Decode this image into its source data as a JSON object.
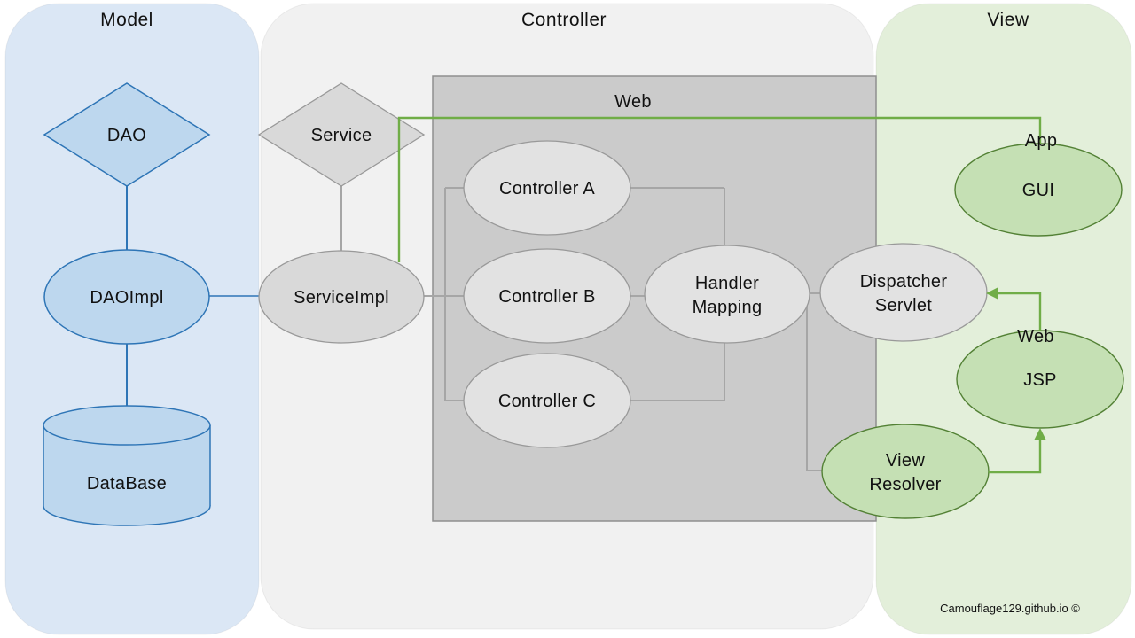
{
  "diagram": {
    "panels": {
      "model": {
        "title": "Model"
      },
      "controller": {
        "title": "Controller"
      },
      "view": {
        "title": "View"
      }
    },
    "nodes": {
      "dao": {
        "label": "DAO",
        "shape": "diamond"
      },
      "daoimpl": {
        "label": "DAOImpl",
        "shape": "ellipse"
      },
      "database": {
        "label": "DataBase",
        "shape": "cylinder"
      },
      "service": {
        "label": "Service",
        "shape": "diamond"
      },
      "serviceimpl": {
        "label": "ServiceImpl",
        "shape": "ellipse"
      },
      "web_container": {
        "label": "Web",
        "shape": "rect"
      },
      "controller_a": {
        "label": "Controller A",
        "shape": "ellipse"
      },
      "controller_b": {
        "label": "Controller B",
        "shape": "ellipse"
      },
      "controller_c": {
        "label": "Controller C",
        "shape": "ellipse"
      },
      "handler_mapping": {
        "line1": "Handler",
        "line2": "Mapping",
        "shape": "ellipse"
      },
      "dispatcher_servlet": {
        "line1": "Dispatcher",
        "line2": "Servlet",
        "shape": "ellipse"
      },
      "view_resolver": {
        "line1": "View",
        "line2": "Resolver",
        "shape": "ellipse"
      },
      "app_group": {
        "label": "App"
      },
      "gui": {
        "label": "GUI",
        "shape": "ellipse"
      },
      "web_group": {
        "label": "Web"
      },
      "jsp": {
        "label": "JSP",
        "shape": "ellipse"
      }
    },
    "edges": [
      {
        "from": "DAO",
        "to": "DAOImpl",
        "color": "blue",
        "arrow": false
      },
      {
        "from": "DAOImpl",
        "to": "DataBase",
        "color": "blue",
        "arrow": false
      },
      {
        "from": "DAOImpl",
        "to": "ServiceImpl",
        "color": "blue",
        "arrow": false
      },
      {
        "from": "Service",
        "to": "ServiceImpl",
        "color": "gray",
        "arrow": false
      },
      {
        "from": "ServiceImpl",
        "to": "Controller A/B/C",
        "color": "gray",
        "arrow": false
      },
      {
        "from": "Controller A/B/C",
        "to": "Handler Mapping",
        "color": "gray",
        "arrow": false
      },
      {
        "from": "Handler Mapping",
        "to": "Dispatcher Servlet",
        "color": "gray",
        "arrow": false
      },
      {
        "from": "Handler Mapping",
        "to": "View Resolver",
        "color": "gray",
        "arrow": false
      },
      {
        "from": "ServiceImpl",
        "to": "GUI (App)",
        "color": "green",
        "arrow": false
      },
      {
        "from": "JSP",
        "to": "Dispatcher Servlet",
        "color": "green",
        "arrow": true
      },
      {
        "from": "View Resolver",
        "to": "JSP",
        "color": "green",
        "arrow": true
      }
    ],
    "footer": {
      "attribution": "Camouflage129.github.io ©"
    },
    "colors": {
      "model_panel_bg": "#dbe7f5",
      "controller_panel_bg": "#f1f1f1",
      "view_panel_bg": "#e3efda",
      "blue_fill": "#bdd7ee",
      "blue_stroke": "#2e75b6",
      "gray_diamond_fill": "#d9d9d9",
      "gray_node_fill": "#e2e2e2",
      "web_box_fill": "#cbcbcb",
      "web_box_stroke": "#8f8f8f",
      "gray_node_stroke": "#999999",
      "gray_edge": "#a6a6a6",
      "green_fill": "#c5e0b4",
      "green_stroke": "#538135",
      "green_edge": "#70ad47",
      "text": "#111111"
    }
  }
}
